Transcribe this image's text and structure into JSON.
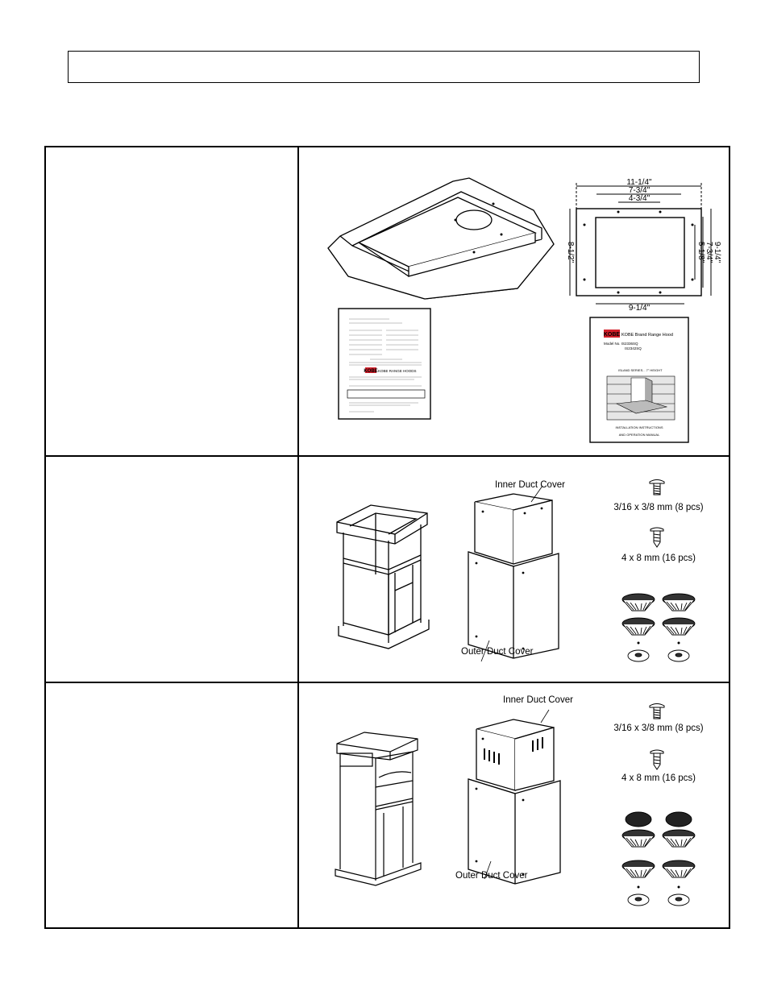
{
  "header": {
    "title": ""
  },
  "rows": [
    {
      "description": "",
      "dimensions": {
        "d1": "11-1/4\"",
        "d2": "7-3/4\"",
        "d3": "4-3/4\"",
        "left": "8-1/2\"",
        "r1": "9-1/4\"",
        "r2": "7-3/4\"",
        "r3": "5-1/8\"",
        "bottom": "9-1/4\""
      },
      "manual": {
        "brand": "KOBE",
        "heading": "KOBE Brand Range Hood",
        "model_label": "Model No. IS2336SQ",
        "model_sub": "IS2342SQ",
        "series": "ISLAND SERIES... 7\" HEIGHT",
        "footer1": "INSTALLATION INSTRUCTIONS",
        "footer2": "AND OPERATION MANUAL"
      },
      "card": {
        "brand": "KOBE",
        "line": "KOBE RANGE HOODS"
      }
    },
    {
      "description": "",
      "inner_label": "Inner Duct Cover",
      "outer_label": "Outer Duct Cover",
      "screw1": "3/16 x 3/8 mm (8 pcs)",
      "screw2": "4 x 8 mm (16 pcs)"
    },
    {
      "description": "",
      "inner_label": "Inner Duct Cover",
      "outer_label": "Outer Duct Cover",
      "screw1": "3/16 x 3/8 mm (8 pcs)",
      "screw2": "4 x 8 mm (16 pcs)"
    }
  ]
}
